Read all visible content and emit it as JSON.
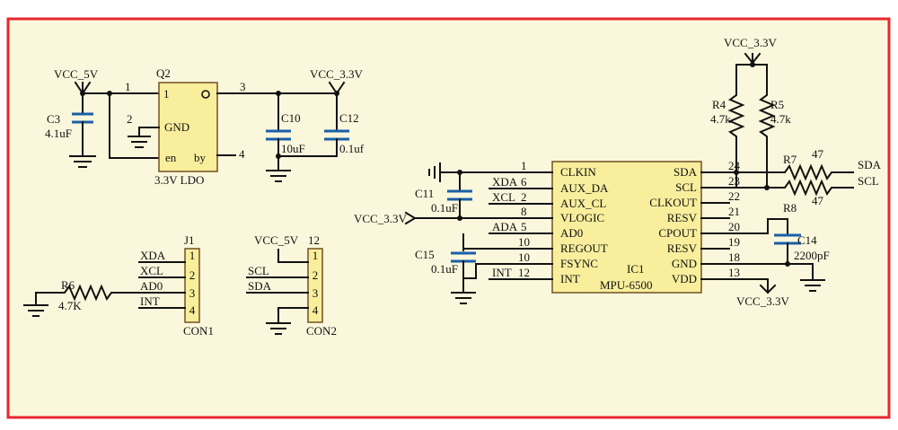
{
  "colors": {
    "background": "#fbf7dc",
    "border": "#e8272d",
    "chip_fill": "#f8ee9c",
    "chip_stroke": "#7a5a2a",
    "capacitor": "#1a5fa8",
    "wire": "#111111"
  },
  "ldo": {
    "vcc_in": "VCC_5V",
    "vcc_out": "VCC_3.3V",
    "ref": "Q2",
    "name": "3.3V LDO",
    "pin1": "1",
    "pin2": "2",
    "pin3": "3",
    "pin4": "4",
    "lbl_1": "1",
    "lbl_gnd": "GND",
    "lbl_en": "en",
    "lbl_by": "by",
    "c3_ref": "C3",
    "c3_val": "4.1uF",
    "c10_ref": "C10",
    "c10_val": "10uF",
    "c12_ref": "C12",
    "c12_val": "0.1uf"
  },
  "con1": {
    "ref": "J1",
    "name": "CON1",
    "nets": [
      "XDA",
      "XCL",
      "AD0",
      "INT"
    ],
    "pins": [
      "1",
      "2",
      "3",
      "4"
    ],
    "r6_ref": "R6",
    "r6_val": "4.7K"
  },
  "con2": {
    "ref": "12",
    "name": "CON2",
    "vcc": "VCC_5V",
    "nets": [
      "SCL",
      "SDA"
    ],
    "pins": [
      "1",
      "2",
      "3",
      "4"
    ]
  },
  "pullups": {
    "vcc": "VCC_3.3V",
    "r4_ref": "R4",
    "r4_val": "4.7k",
    "r5_ref": "R5",
    "r5_val": "4.7k",
    "r7_ref": "R7",
    "r7_val": "47",
    "r8_ref": "R8",
    "r8_val": "47",
    "out_sda": "SDA",
    "out_scl": "SCL"
  },
  "mpu": {
    "ref": "IC1",
    "name": "MPU-6500",
    "left_pins": [
      {
        "num": "1",
        "name": "CLKIN",
        "net": ""
      },
      {
        "num": "6",
        "name": "AUX_DA",
        "net": "XDA"
      },
      {
        "num": "2",
        "name": "AUX_CL",
        "net": "XCL"
      },
      {
        "num": "8",
        "name": "VLOGIC",
        "net": ""
      },
      {
        "num": "5",
        "name": "AD0",
        "net": "ADA"
      },
      {
        "num": "10",
        "name": "REGOUT",
        "net": ""
      },
      {
        "num": "10",
        "name": "FSYNC",
        "net": ""
      },
      {
        "num": "12",
        "name": "INT",
        "net": "INT"
      }
    ],
    "right_pins": [
      {
        "num": "24",
        "name": "SDA"
      },
      {
        "num": "23",
        "name": "SCL"
      },
      {
        "num": "22",
        "name": "CLKOUT"
      },
      {
        "num": "21",
        "name": "RESV"
      },
      {
        "num": "20",
        "name": "CPOUT"
      },
      {
        "num": "19",
        "name": "RESV"
      },
      {
        "num": "18",
        "name": "GND"
      },
      {
        "num": "13",
        "name": "VDD"
      }
    ],
    "vlogic_net": "VCC_3.3V",
    "vdd_net": "VCC_3.3V",
    "c11_ref": "C11",
    "c11_val": "0.1uF",
    "c15_ref": "C15",
    "c15_val": "0.1uF",
    "c14_ref": "C14",
    "c14_val": "2200pF"
  }
}
